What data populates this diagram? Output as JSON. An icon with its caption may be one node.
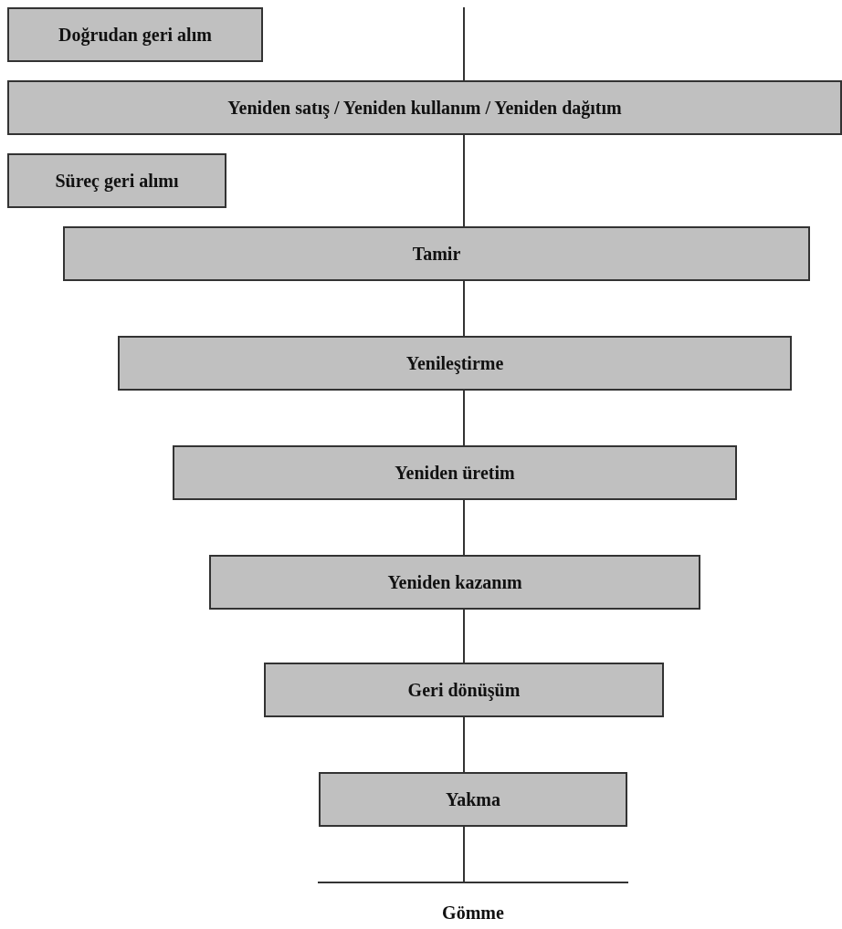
{
  "diagram": {
    "nodes": [
      {
        "text": [
          "Doğrudan geri alım"
        ]
      },
      {
        "text": [
          "Yeniden satış / Yeniden kullanım / Yeniden dağıtım"
        ]
      },
      {
        "text": [
          "Süreç geri alımı"
        ]
      },
      {
        "text": [
          "Tamir"
        ]
      },
      {
        "text": [
          "Yenileştirme"
        ]
      },
      {
        "text": [
          "Yeniden üretim"
        ]
      },
      {
        "text": [
          "Yeniden kazanım"
        ]
      },
      {
        "text": [
          "Geri dönüşüm"
        ]
      },
      {
        "text": [
          "Yakma"
        ]
      },
      {
        "text": [
          "Gömme"
        ]
      }
    ],
    "edges": [
      {
        "from": null,
        "to": 1,
        "arrow": "none"
      },
      {
        "from": 1,
        "to": 3,
        "arrow": "none"
      },
      {
        "from": 3,
        "to": 4,
        "arrow": "none"
      },
      {
        "from": 4,
        "to": 5,
        "arrow": "none"
      },
      {
        "from": 5,
        "to": 6,
        "arrow": "none"
      },
      {
        "from": 6,
        "to": 7,
        "arrow": "none"
      },
      {
        "from": 7,
        "to": 8,
        "arrow": "none"
      },
      {
        "from": 8,
        "to": 9,
        "arrow": "none"
      }
    ]
  }
}
